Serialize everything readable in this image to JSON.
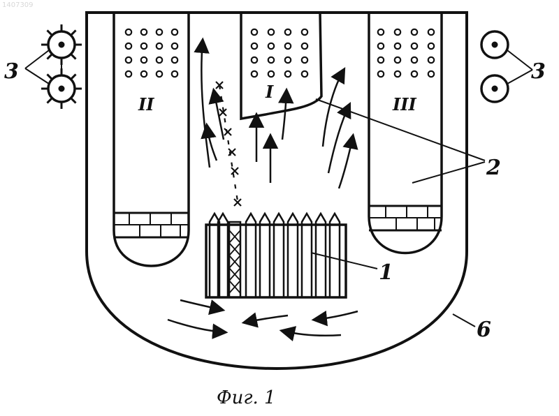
{
  "stamp": "1407309",
  "compartments": {
    "left": "II",
    "center": "I",
    "right": "III"
  },
  "labels": {
    "core": "1",
    "assemblies": "2",
    "drives": "3",
    "vessel": "6"
  },
  "caption": "Фиг. 1"
}
